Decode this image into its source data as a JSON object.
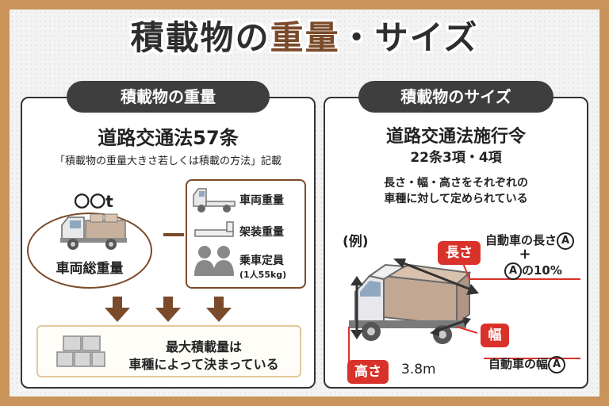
{
  "title": {
    "main": "積載物の",
    "accent": "重量",
    "sep": "・",
    "tail": "サイズ"
  },
  "left": {
    "pill": "積載物の重量",
    "law": "道路交通法57条",
    "quote": "「積載物の重量大きさ若しくは積載の方法」記載",
    "oot": "〇〇t",
    "total_weight": "車両総重量",
    "items": [
      "車両重量",
      "架装重量",
      "乗車定員"
    ],
    "crew_note": "(1人55kg)",
    "result_line1": "最大積載量は",
    "result_line2": "車種によって決まっている"
  },
  "right": {
    "pill": "積載物のサイズ",
    "law": "道路交通法施行令",
    "clause": "22条3項・4項",
    "desc_line1": "長さ・幅・高さをそれぞれの",
    "desc_line2": "車種に対して定められている",
    "example": "(例)",
    "length_label": "長さ",
    "length_text1": "自動車の長さ",
    "length_plus": "+",
    "length_text2": "の10%",
    "width_label": "幅",
    "width_text": "自動車の幅",
    "height_label": "高さ",
    "height_value": "3.8m",
    "circle_letter": "A"
  },
  "colors": {
    "brown": "#7a4a2a",
    "red": "#d9322a",
    "tan": "#c9935a",
    "dark": "#3e3e3e"
  }
}
